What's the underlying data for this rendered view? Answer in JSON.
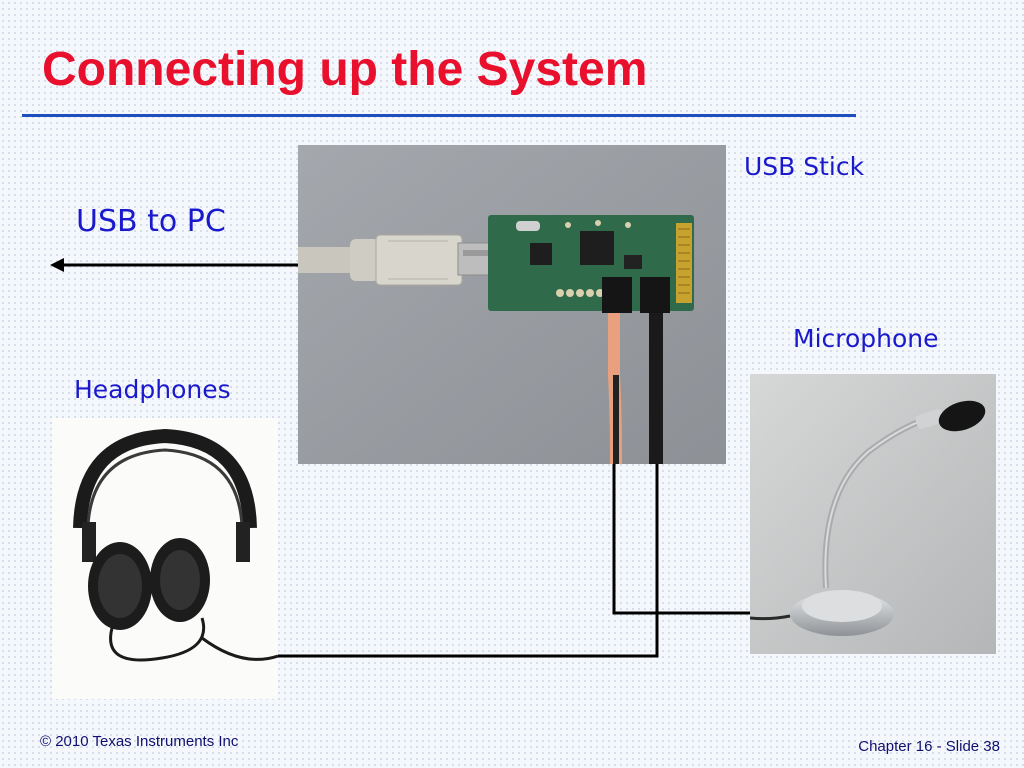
{
  "slide": {
    "title": "Connecting up the System",
    "labels": {
      "usb_to_pc": "USB to PC",
      "usb_stick": "USB Stick",
      "microphone": "Microphone",
      "headphones": "Headphones"
    },
    "footer": {
      "copyright": "© 2010 Texas Instruments Inc",
      "page": "Chapter 16 - Slide 38"
    }
  },
  "colors": {
    "title": "#e8102c",
    "rule": "#1f4fbf",
    "labels": "#1a1acc",
    "wires": "#000000"
  },
  "icons": [
    "usb-stick-photo",
    "headphones-photo",
    "microphone-photo",
    "arrow-left-icon"
  ]
}
